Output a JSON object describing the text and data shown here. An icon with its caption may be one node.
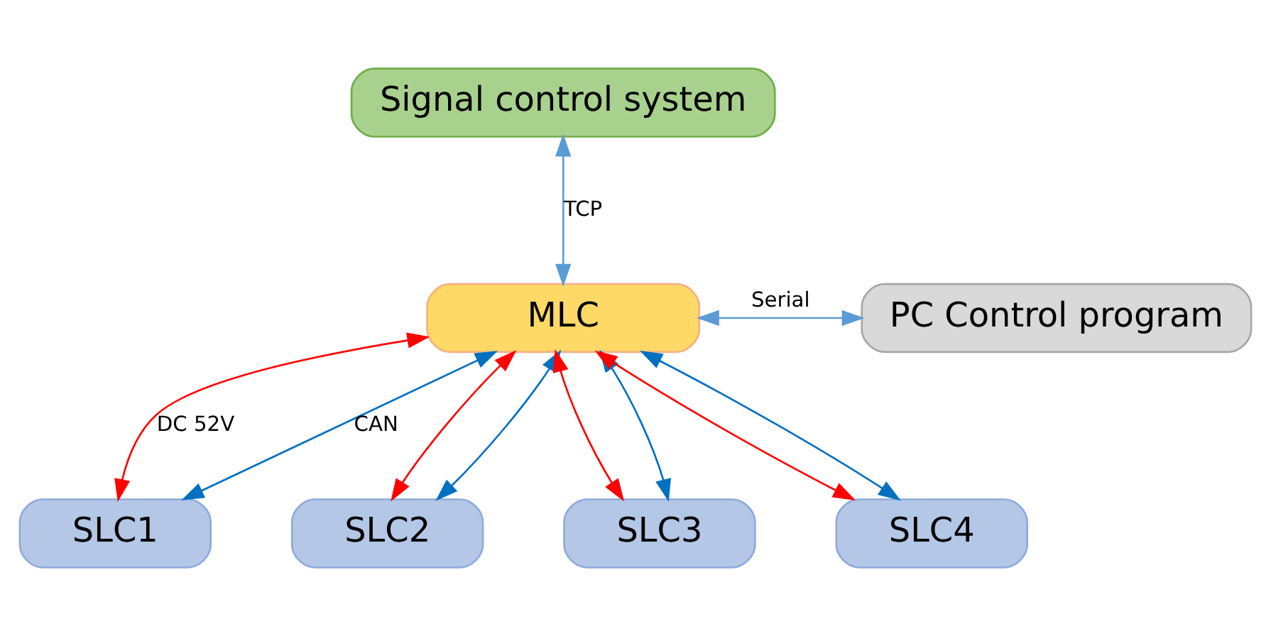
{
  "diagram": {
    "nodes": [
      {
        "text": [
          "Signal control system"
        ]
      },
      {
        "text": [
          "MLC"
        ]
      },
      {
        "text": [
          "PC Control program"
        ]
      },
      {
        "text": [
          "SLC1"
        ]
      },
      {
        "text": [
          "SLC2"
        ]
      },
      {
        "text": [
          "SLC3"
        ]
      },
      {
        "text": [
          "SLC4"
        ]
      }
    ],
    "edges": [
      {
        "from": 0,
        "to": 1,
        "arrow": "both",
        "label": "TCP",
        "color": "#5b9bd5"
      },
      {
        "from": 1,
        "to": 2,
        "arrow": "both",
        "label": "Serial",
        "color": "#5b9bd5"
      },
      {
        "from": 1,
        "to": 3,
        "arrow": "both",
        "label": "DC 52V",
        "color": "#ff0000"
      },
      {
        "from": 1,
        "to": 4,
        "arrow": "both",
        "color": "#ff0000"
      },
      {
        "from": 1,
        "to": 5,
        "arrow": "both",
        "color": "#ff0000"
      },
      {
        "from": 1,
        "to": 6,
        "arrow": "both",
        "color": "#ff0000"
      },
      {
        "from": 1,
        "to": 3,
        "arrow": "both",
        "label": "CAN",
        "color": "#0070c0"
      },
      {
        "from": 1,
        "to": 4,
        "arrow": "both",
        "color": "#0070c0"
      },
      {
        "from": 1,
        "to": 5,
        "arrow": "both",
        "color": "#0070c0"
      },
      {
        "from": 1,
        "to": 6,
        "arrow": "both",
        "color": "#0070c0"
      }
    ]
  }
}
